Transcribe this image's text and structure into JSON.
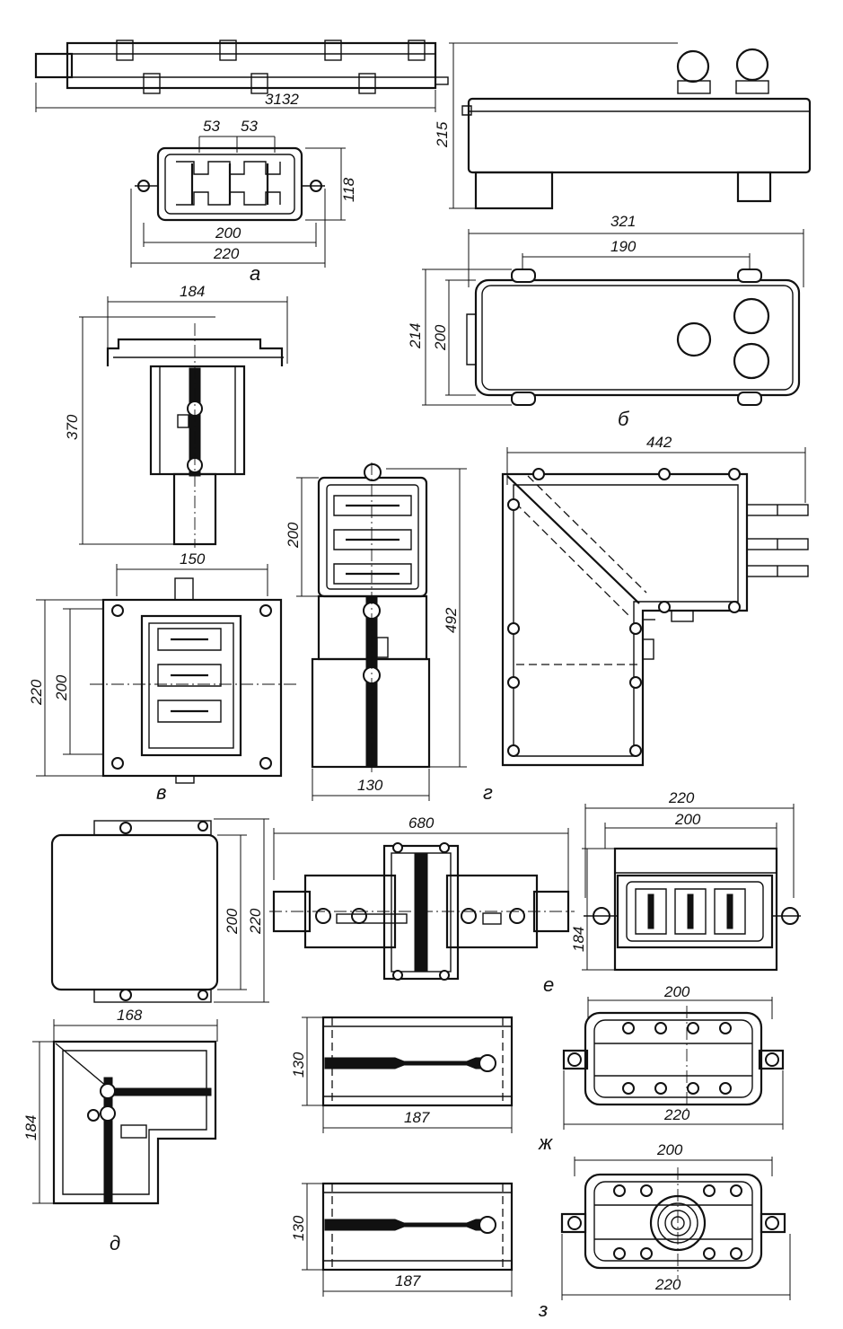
{
  "figures": {
    "a": {
      "caption": "а",
      "dims": {
        "length": "3132",
        "pitch1": "53",
        "pitch2": "53",
        "height": "118",
        "inner_width": "200",
        "outer_width": "220"
      }
    },
    "b": {
      "caption": "б",
      "dims": {
        "height": "215",
        "length": "321",
        "mount_spacing": "190",
        "outer_height": "214",
        "inner_height": "200"
      }
    },
    "v": {
      "caption": "в",
      "dims": {
        "width_top": "184",
        "height": "370",
        "width": "150",
        "outer_height": "220",
        "inner_height": "200"
      }
    },
    "g": {
      "caption": "г",
      "dims": {
        "section_height": "200",
        "total_height": "492",
        "width": "130",
        "elbow_width": "442"
      }
    },
    "d": {
      "caption": "д",
      "dims": {
        "inner": "200",
        "outer": "220",
        "width": "168",
        "height": "184"
      }
    },
    "e": {
      "caption": "е",
      "dims": {
        "length": "680",
        "outer_width": "220",
        "inner_width": "200",
        "height": "184"
      }
    },
    "zh": {
      "caption": "ж",
      "dims": {
        "height": "130",
        "length": "187",
        "inner_width": "200",
        "outer_width": "220"
      }
    },
    "z": {
      "caption": "з",
      "dims": {
        "height": "130",
        "length": "187",
        "inner_width": "200",
        "outer_width": "220"
      }
    }
  }
}
